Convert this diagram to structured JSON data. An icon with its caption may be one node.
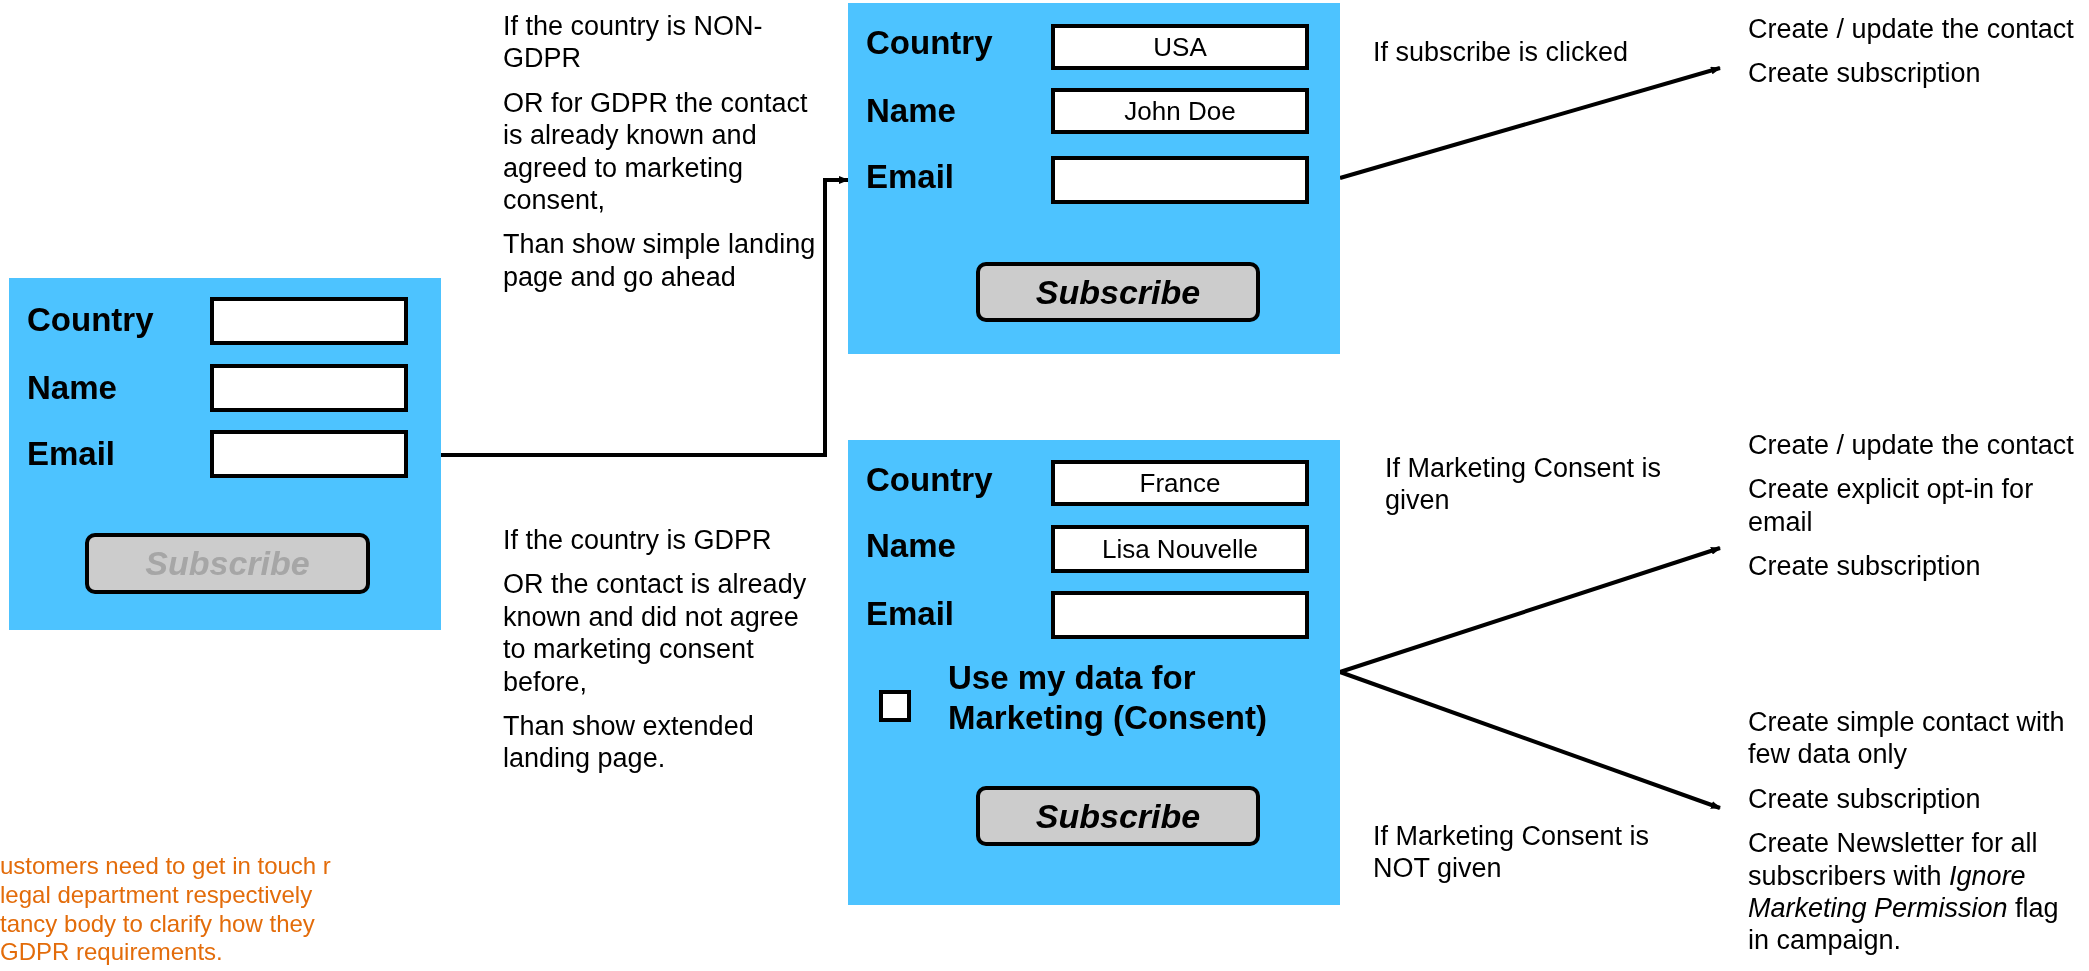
{
  "diagram": {
    "nodes": [
      {
        "text": [
          "Country",
          "Name",
          "Email"
        ]
      },
      {
        "text": [],
        "shape": "box",
        "in": 0
      },
      {
        "text": [],
        "shape": "box",
        "in": 0
      },
      {
        "text": [],
        "shape": "box",
        "in": 0
      },
      {
        "text": [
          "Subscribe"
        ],
        "in": 0
      },
      {
        "text": [
          "Country",
          "Name",
          "Email"
        ]
      },
      {
        "text": [
          "USA"
        ],
        "in": 5
      },
      {
        "text": [
          "John Doe"
        ],
        "in": 5
      },
      {
        "text": [],
        "shape": "box",
        "in": 5
      },
      {
        "text": [
          "Subscribe"
        ],
        "in": 5
      },
      {
        "text": [
          "Country",
          "Name",
          "Email",
          "Use my data for Marketing (Consent)"
        ]
      },
      {
        "text": [
          "France"
        ],
        "in": 10
      },
      {
        "text": [
          "Lisa Nouvelle"
        ],
        "in": 10
      },
      {
        "text": [],
        "shape": "box",
        "in": 10
      },
      {
        "text": [],
        "shape": "box",
        "in": 10
      },
      {
        "text": [
          "Subscribe"
        ],
        "in": 10
      },
      {
        "text": [
          "Create / update the contact",
          "Create subscription"
        ]
      },
      {
        "text": [
          "Create / update the contact",
          "Create explicit opt-in for email",
          "Create subscription"
        ]
      },
      {
        "text": [
          "Create simple contact with few data only",
          "Create subscription",
          "Create Newsletter for all subscribers with *Ignore Marketing Permission* flag in campaign."
        ]
      }
    ],
    "edges": [
      {
        "from": 0,
        "to": 5,
        "arrow": "to"
      },
      {
        "from": 5,
        "to": 16,
        "arrow": "to"
      },
      {
        "from": 10,
        "to": 17,
        "arrow": "to"
      },
      {
        "from": 10,
        "to": 18,
        "arrow": "to"
      }
    ],
    "labels": [
      "If the country is NON-GDPR",
      "OR for GDPR the contact is already known and agreed to marketing consent,",
      "Than show simple landing page and go ahead",
      "If the country is GDPR",
      "OR the contact is already known and did not agree to marketing consent before,",
      "Than show extended landing page.",
      "If subscribe is clicked",
      "If Marketing Consent is given",
      "If Marketing Consent is NOT given",
      "ustomers need to get in touch r legal department respectively tancy body to clarify how they GDPR requirements."
    ]
  }
}
